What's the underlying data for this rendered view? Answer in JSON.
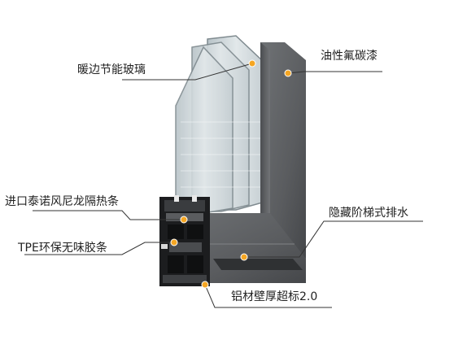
{
  "callouts": {
    "glass": "暖边节能玻璃",
    "paint": "油性氟碳漆",
    "strip": "进口泰诺风尼龙隔热条",
    "drain": "隐藏阶梯式排水",
    "gasket": "TPE环保无味胶条",
    "thickness": "铝材壁厚超标2.0"
  },
  "colors": {
    "frame": "#55575a",
    "frame_face": "#6e7073",
    "frame_light": "#8a8c8f",
    "glass": "#c9d2d6",
    "dot": "#f5a623",
    "leader": "#333333"
  }
}
